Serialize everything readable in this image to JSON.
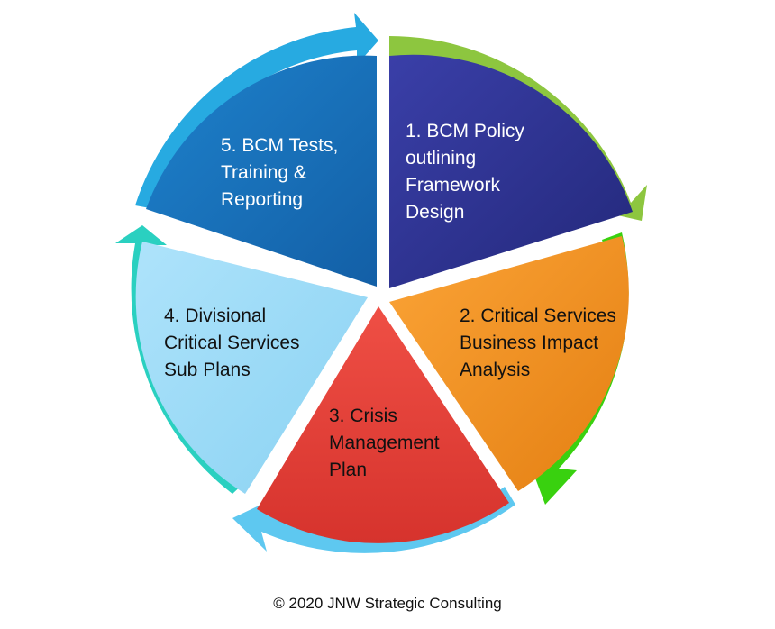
{
  "diagram": {
    "segments": [
      {
        "id": "policy",
        "lines": [
          "1. BCM Policy",
          "outlining",
          "Framework",
          "Design"
        ],
        "color": "#2e3192",
        "text_color": "#ffffff"
      },
      {
        "id": "bia",
        "lines": [
          "2. Critical Services",
          "Business Impact",
          "Analysis"
        ],
        "color": "#f7941d",
        "text_color": "#111111"
      },
      {
        "id": "crisis",
        "lines": [
          "3. Crisis",
          "Management",
          "Plan"
        ],
        "color": "#e8403a",
        "text_color": "#111111"
      },
      {
        "id": "subplans",
        "lines": [
          "4. Divisional",
          "Critical Services",
          "Sub Plans"
        ],
        "color": "#9fdcf7",
        "text_color": "#111111"
      },
      {
        "id": "tests",
        "lines": [
          "5. BCM Tests,",
          "Training &",
          "Reporting"
        ],
        "color": "#1b75bc",
        "text_color": "#ffffff"
      }
    ],
    "arrow_colors": [
      "#8dc63f",
      "#39d10f",
      "#5ec8f0",
      "#2ad0c0",
      "#27aae1"
    ]
  },
  "footer": {
    "copyright": "© 2020 JNW Strategic Consulting"
  }
}
